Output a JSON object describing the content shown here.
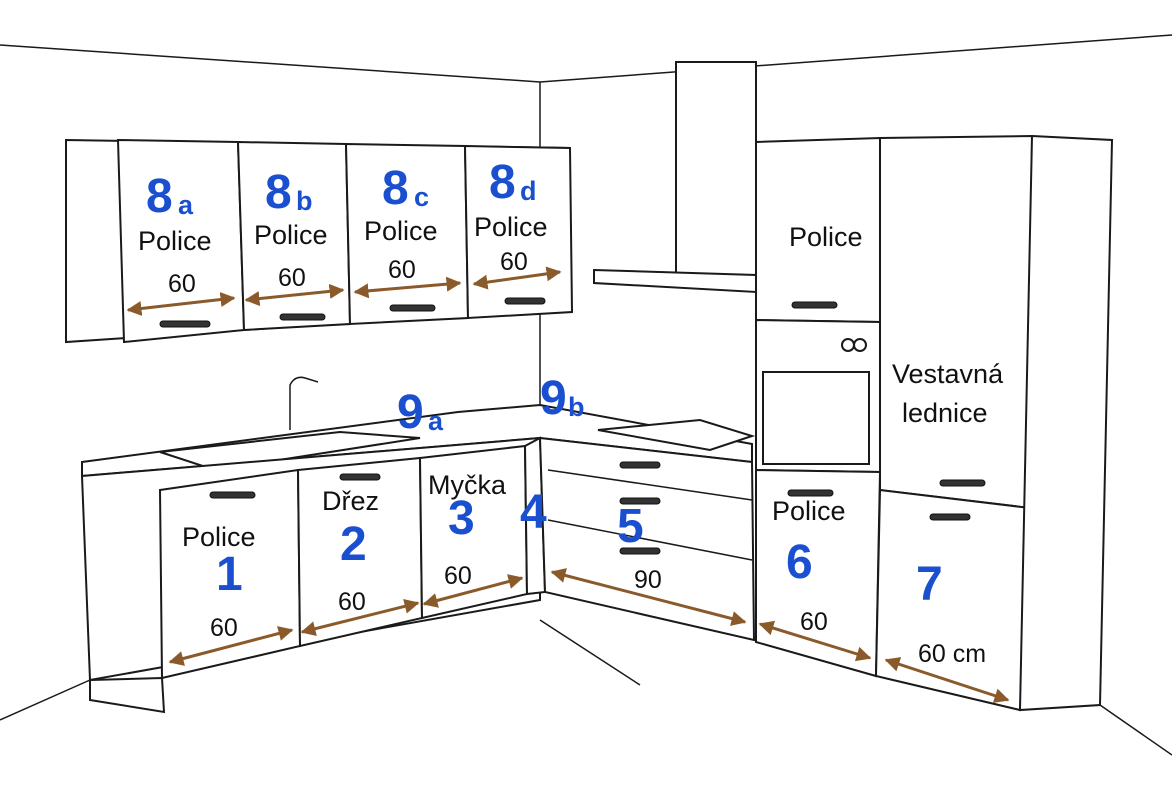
{
  "labels": {
    "police": "Police",
    "drez": "Dřez",
    "mycka": "Myčka",
    "lednice_line1": "Vestavná",
    "lednice_line2": "lednice"
  },
  "numbers": {
    "n1": "1",
    "n2": "2",
    "n3": "3",
    "n4": "4",
    "n5": "5",
    "n6": "6",
    "n7": "7",
    "n8": "8",
    "n9": "9",
    "sub_a": "a",
    "sub_b": "b",
    "sub_c": "c",
    "sub_d": "d"
  },
  "dimensions": {
    "d60": "60",
    "d90": "90",
    "d60cm": "60 cm"
  },
  "colors": {
    "number_blue": "#1a4fd0",
    "arrow_brown": "#8b5a2b"
  }
}
